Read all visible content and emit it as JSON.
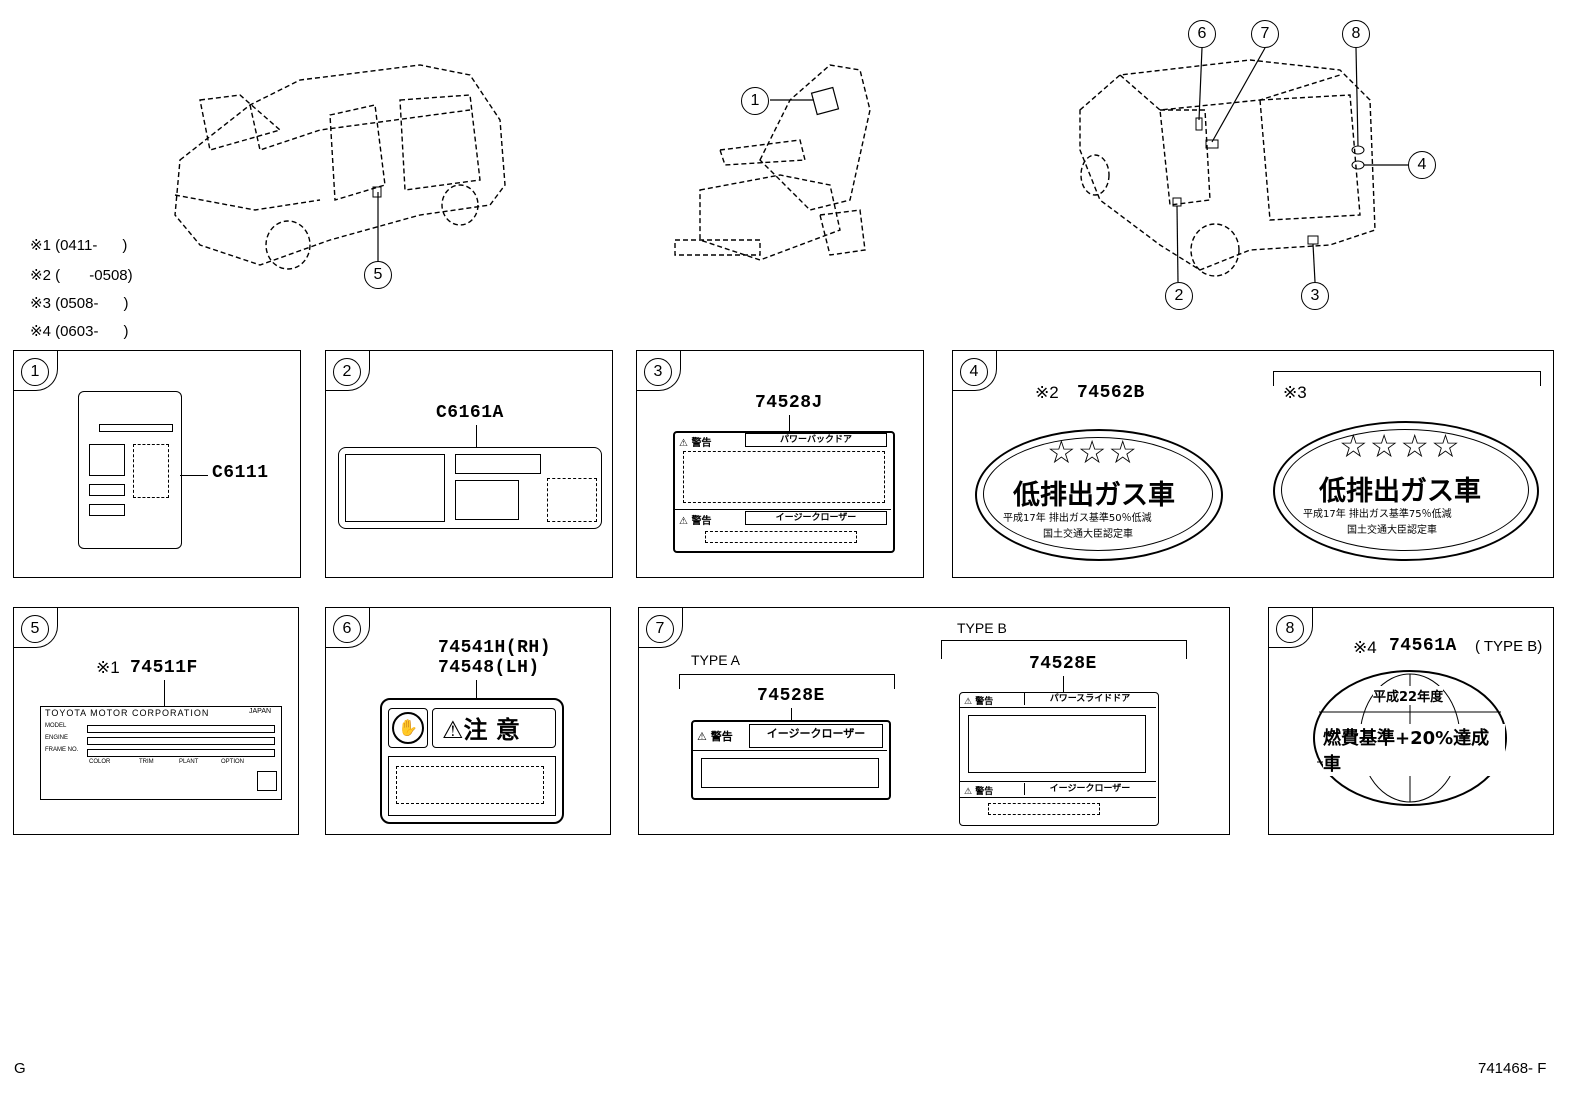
{
  "legend": [
    {
      "mark": "※1",
      "range": "(0411-      )"
    },
    {
      "mark": "※2",
      "range": "(       -0508)"
    },
    {
      "mark": "※3",
      "range": "(0508-      )"
    },
    {
      "mark": "※4",
      "range": "(0603-      )"
    }
  ],
  "callouts": [
    "1",
    "2",
    "3",
    "4",
    "5",
    "6",
    "7",
    "8"
  ],
  "panels": {
    "p1": {
      "num": "1",
      "part": "C6111"
    },
    "p2": {
      "num": "2",
      "part": "C6161A"
    },
    "p3": {
      "num": "3",
      "part": "74528J",
      "warn1": "⚠ 警告",
      "title1": "パワーバックドア",
      "warn2": "⚠ 警告",
      "title2": "イージークローザー"
    },
    "p4": {
      "num": "4",
      "mark_a": "※2",
      "part_a": "74562B",
      "mark_b": "※3",
      "label_a_main": "低排出ガス車",
      "label_a_sub1": "平成17年 排出ガス基準50％低減",
      "label_a_sub2": "国土交通大臣認定車",
      "label_b_main": "低排出ガス車",
      "label_b_sub1": "平成17年 排出ガス基準75％低減",
      "label_b_sub2": "国土交通大臣認定車"
    },
    "p5": {
      "num": "5",
      "mark": "※1",
      "part": "74511F",
      "plate_title": "TOYOTA  MOTOR CORPORATION",
      "plate_country": "JAPAN",
      "row1": "MODEL",
      "row2": "ENGINE",
      "row3": "FRAME NO.",
      "c1": "COLOR",
      "c2": "TRIM",
      "c3": "PLANT",
      "c4": "OPTION"
    },
    "p6": {
      "num": "6",
      "part_rh": "74541H(RH)",
      "part_lh": "74548(LH)",
      "caution": "⚠注 意"
    },
    "p7": {
      "num": "7",
      "type_a": "TYPE A",
      "type_b": "TYPE B",
      "part_a": "74528E",
      "part_b": "74528E",
      "a_warn": "⚠ 警告",
      "a_title": "イージークローザー",
      "b_warn1": "⚠ 警告",
      "b_title1": "パワースライドドア",
      "b_warn2": "⚠ 警告",
      "b_title2": "イージークローザー"
    },
    "p8": {
      "num": "8",
      "mark": "※4",
      "part": "74561A",
      "type": "( TYPE B)",
      "line1": "平成22年度",
      "line2": "燃費基準+20%達成車"
    }
  },
  "footer": {
    "left": "G",
    "right": "741468- F"
  }
}
